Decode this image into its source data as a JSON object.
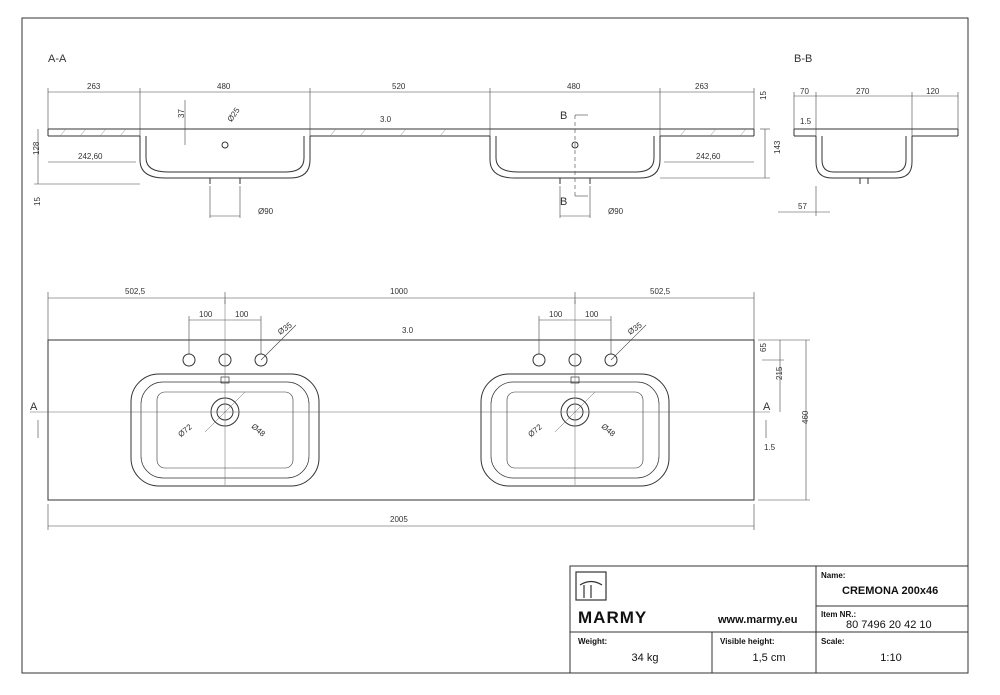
{
  "sections": {
    "aa": "A-A",
    "bb": "B-B",
    "a_marker": "A",
    "b_marker": "B"
  },
  "dims_aa": {
    "d263": "263",
    "d480": "480",
    "d520": "520",
    "d37": "37",
    "d25": "Ø25",
    "slope": "3.0",
    "d128": "128",
    "d15v": "15",
    "d242": "242,60",
    "d90": "Ø90",
    "d143": "143",
    "d15r": "15"
  },
  "dims_bb": {
    "d70": "70",
    "d270": "270",
    "d120": "120",
    "d15": "1.5",
    "d57": "57"
  },
  "dims_plan": {
    "d502": "502,5",
    "d1000": "1000",
    "d100": "100",
    "d35": "Ø35",
    "slope": "3.0",
    "d65": "65",
    "d215": "215",
    "d460": "460",
    "d72": "Ø72",
    "d48": "Ø48",
    "d15": "1.5",
    "d2005": "2005"
  },
  "titleblock": {
    "brand": "MARMY",
    "website": "www.marmy.eu",
    "name_label": "Name:",
    "name_value": "CREMONA 200x46",
    "item_label": "Item NR.:",
    "item_value": "80 7496 20 42 10",
    "weight_label": "Weight:",
    "weight_value": "34 kg",
    "visible_label": "Visible height:",
    "visible_value": "1,5 cm",
    "scale_label": "Scale:",
    "scale_value": "1:10"
  }
}
